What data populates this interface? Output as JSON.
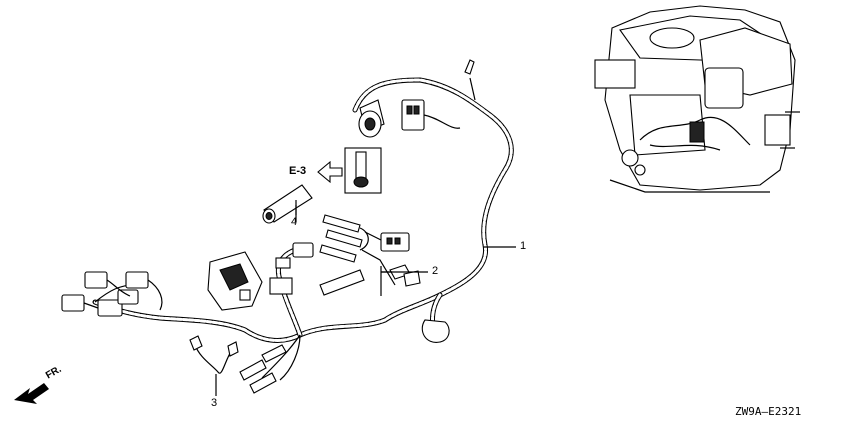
{
  "callouts": {
    "harness": "1",
    "bolt": "2",
    "ground_cable": "3",
    "sleeve": "4"
  },
  "cross_ref": "E-3",
  "front_marker": "FR.",
  "diagram_code": "ZW9A—E2321",
  "icons": {
    "front_arrow": "front-arrow-icon",
    "ref_arrow": "hollow-left-arrow-icon"
  }
}
